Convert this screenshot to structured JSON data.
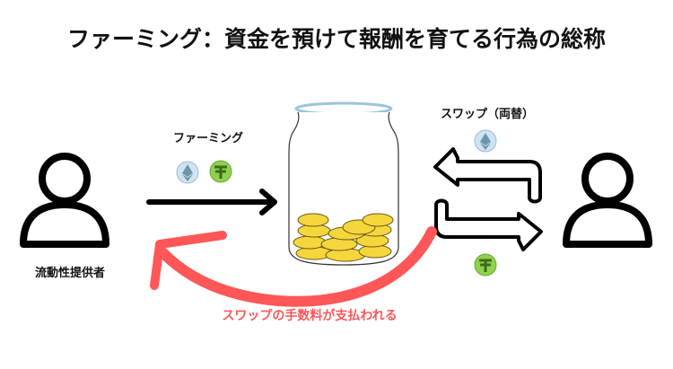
{
  "title": "ファーミング：資金を預けて報酬を育てる行為の総称",
  "left_actor": {
    "label": "流動性提供者",
    "icon": "person-icon"
  },
  "right_actor": {
    "icon": "person-icon"
  },
  "farming": {
    "label": "ファーミング",
    "tokens": [
      "eth-icon",
      "tether-icon"
    ]
  },
  "swap": {
    "label": "スワップ（両替）",
    "tokens": [
      "eth-icon",
      "tether-icon"
    ]
  },
  "fee": {
    "label": "スワップの手数料が支払われる"
  },
  "colors": {
    "accent_red": "#ff5757",
    "eth": "#cfe3f5",
    "tether": "#8fd14f",
    "coin": "#f5d63d"
  }
}
